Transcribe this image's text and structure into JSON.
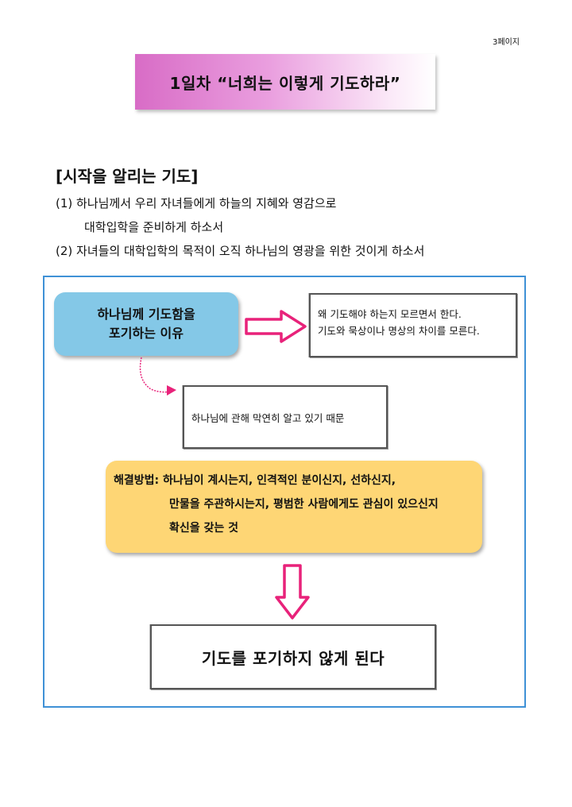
{
  "page_number": "3페이지",
  "title": "1일차 “너희는 이렇게 기도하라”",
  "section_heading": "[시작을 알리는 기도]",
  "prayers": [
    {
      "line1": "(1) 하나님께서 우리 자녀들에게 하늘의 지혜와 영감으로",
      "line2": "대학입학을 준비하게 하소서"
    },
    {
      "line1": "(2) 자녀들의 대학입학의 목적이 오직 하나님의 영광을 위한 것이게 하소서"
    }
  ],
  "diagram": {
    "problem_box": {
      "line1": "하나님께 기도함을",
      "line2": "포기하는 이유"
    },
    "reason_box": {
      "line1": "왜 기도해야 하는지 모르면서 한다.",
      "line2": "기도와 묵상이나 명상의 차이를 모른다."
    },
    "cause_box": "하나님에 관해 막연히 알고 있기 때문",
    "solution_box": {
      "line1": "해결방법: 하나님이 계시는지, 인격적인 분이신지, 선하신지,",
      "line2": "만물을 주관하시는지, 평범한 사람에게도 관심이 있으신지",
      "line3": "확신을 갖는 것"
    },
    "result_box": "기도를 포기하지 않게 된다"
  },
  "colors": {
    "title_gradient_start": "#d86cc6",
    "frame_border": "#3f91d6",
    "problem_fill": "#84c8e7",
    "solution_fill": "#fed675",
    "arrow": "#e8227a"
  }
}
